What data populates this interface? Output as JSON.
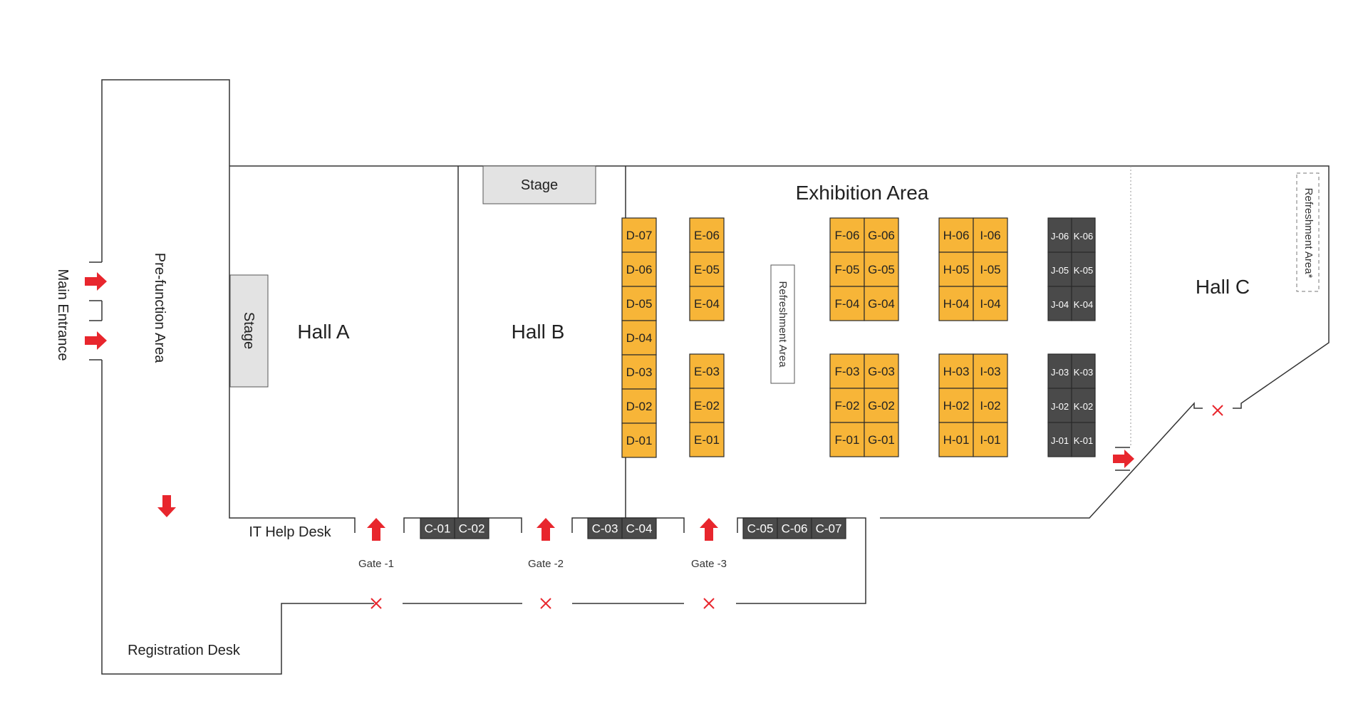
{
  "colors": {
    "booth_orange": "#F7B538",
    "booth_dark": "#4A4A4A",
    "stage_gray": "#E3E3E3",
    "arrow_red": "#E8262D",
    "wall": "#333333"
  },
  "labels": {
    "main_entrance": "Main Entrance",
    "pre_function": "Pre-function Area",
    "hall_a": "Hall A",
    "hall_b": "Hall B",
    "hall_c": "Hall C",
    "exhibition": "Exhibition Area",
    "stage_a": "Stage",
    "stage_b": "Stage",
    "refresh_center": "Refreshment Area",
    "refresh_right": "Refreshment Area*",
    "it_help": "IT Help Desk",
    "registration": "Registration Desk",
    "gate1": "Gate -1",
    "gate2": "Gate -2",
    "gate3": "Gate -3"
  },
  "booths": {
    "D": [
      "D-07",
      "D-06",
      "D-05",
      "D-04",
      "D-03",
      "D-02",
      "D-01"
    ],
    "E_top": [
      "E-06",
      "E-05",
      "E-04"
    ],
    "E_bottom": [
      "E-03",
      "E-02",
      "E-01"
    ],
    "F_top": [
      "F-06",
      "F-05",
      "F-04"
    ],
    "G_top": [
      "G-06",
      "G-05",
      "G-04"
    ],
    "F_bottom": [
      "F-03",
      "F-02",
      "F-01"
    ],
    "G_bottom": [
      "G-03",
      "G-02",
      "G-01"
    ],
    "H_top": [
      "H-06",
      "H-05",
      "H-04"
    ],
    "I_top": [
      "I-06",
      "I-05",
      "I-04"
    ],
    "H_bottom": [
      "H-03",
      "H-02",
      "H-01"
    ],
    "I_bottom": [
      "I-03",
      "I-02",
      "I-01"
    ],
    "J_top": [
      "J-06",
      "J-05",
      "J-04"
    ],
    "K_top": [
      "K-06",
      "K-05",
      "K-04"
    ],
    "J_bottom": [
      "J-03",
      "J-02",
      "J-01"
    ],
    "K_bottom": [
      "K-03",
      "K-02",
      "K-01"
    ],
    "C1": [
      "C-01",
      "C-02"
    ],
    "C2": [
      "C-03",
      "C-04"
    ],
    "C3": [
      "C-05",
      "C-06",
      "C-07"
    ]
  }
}
